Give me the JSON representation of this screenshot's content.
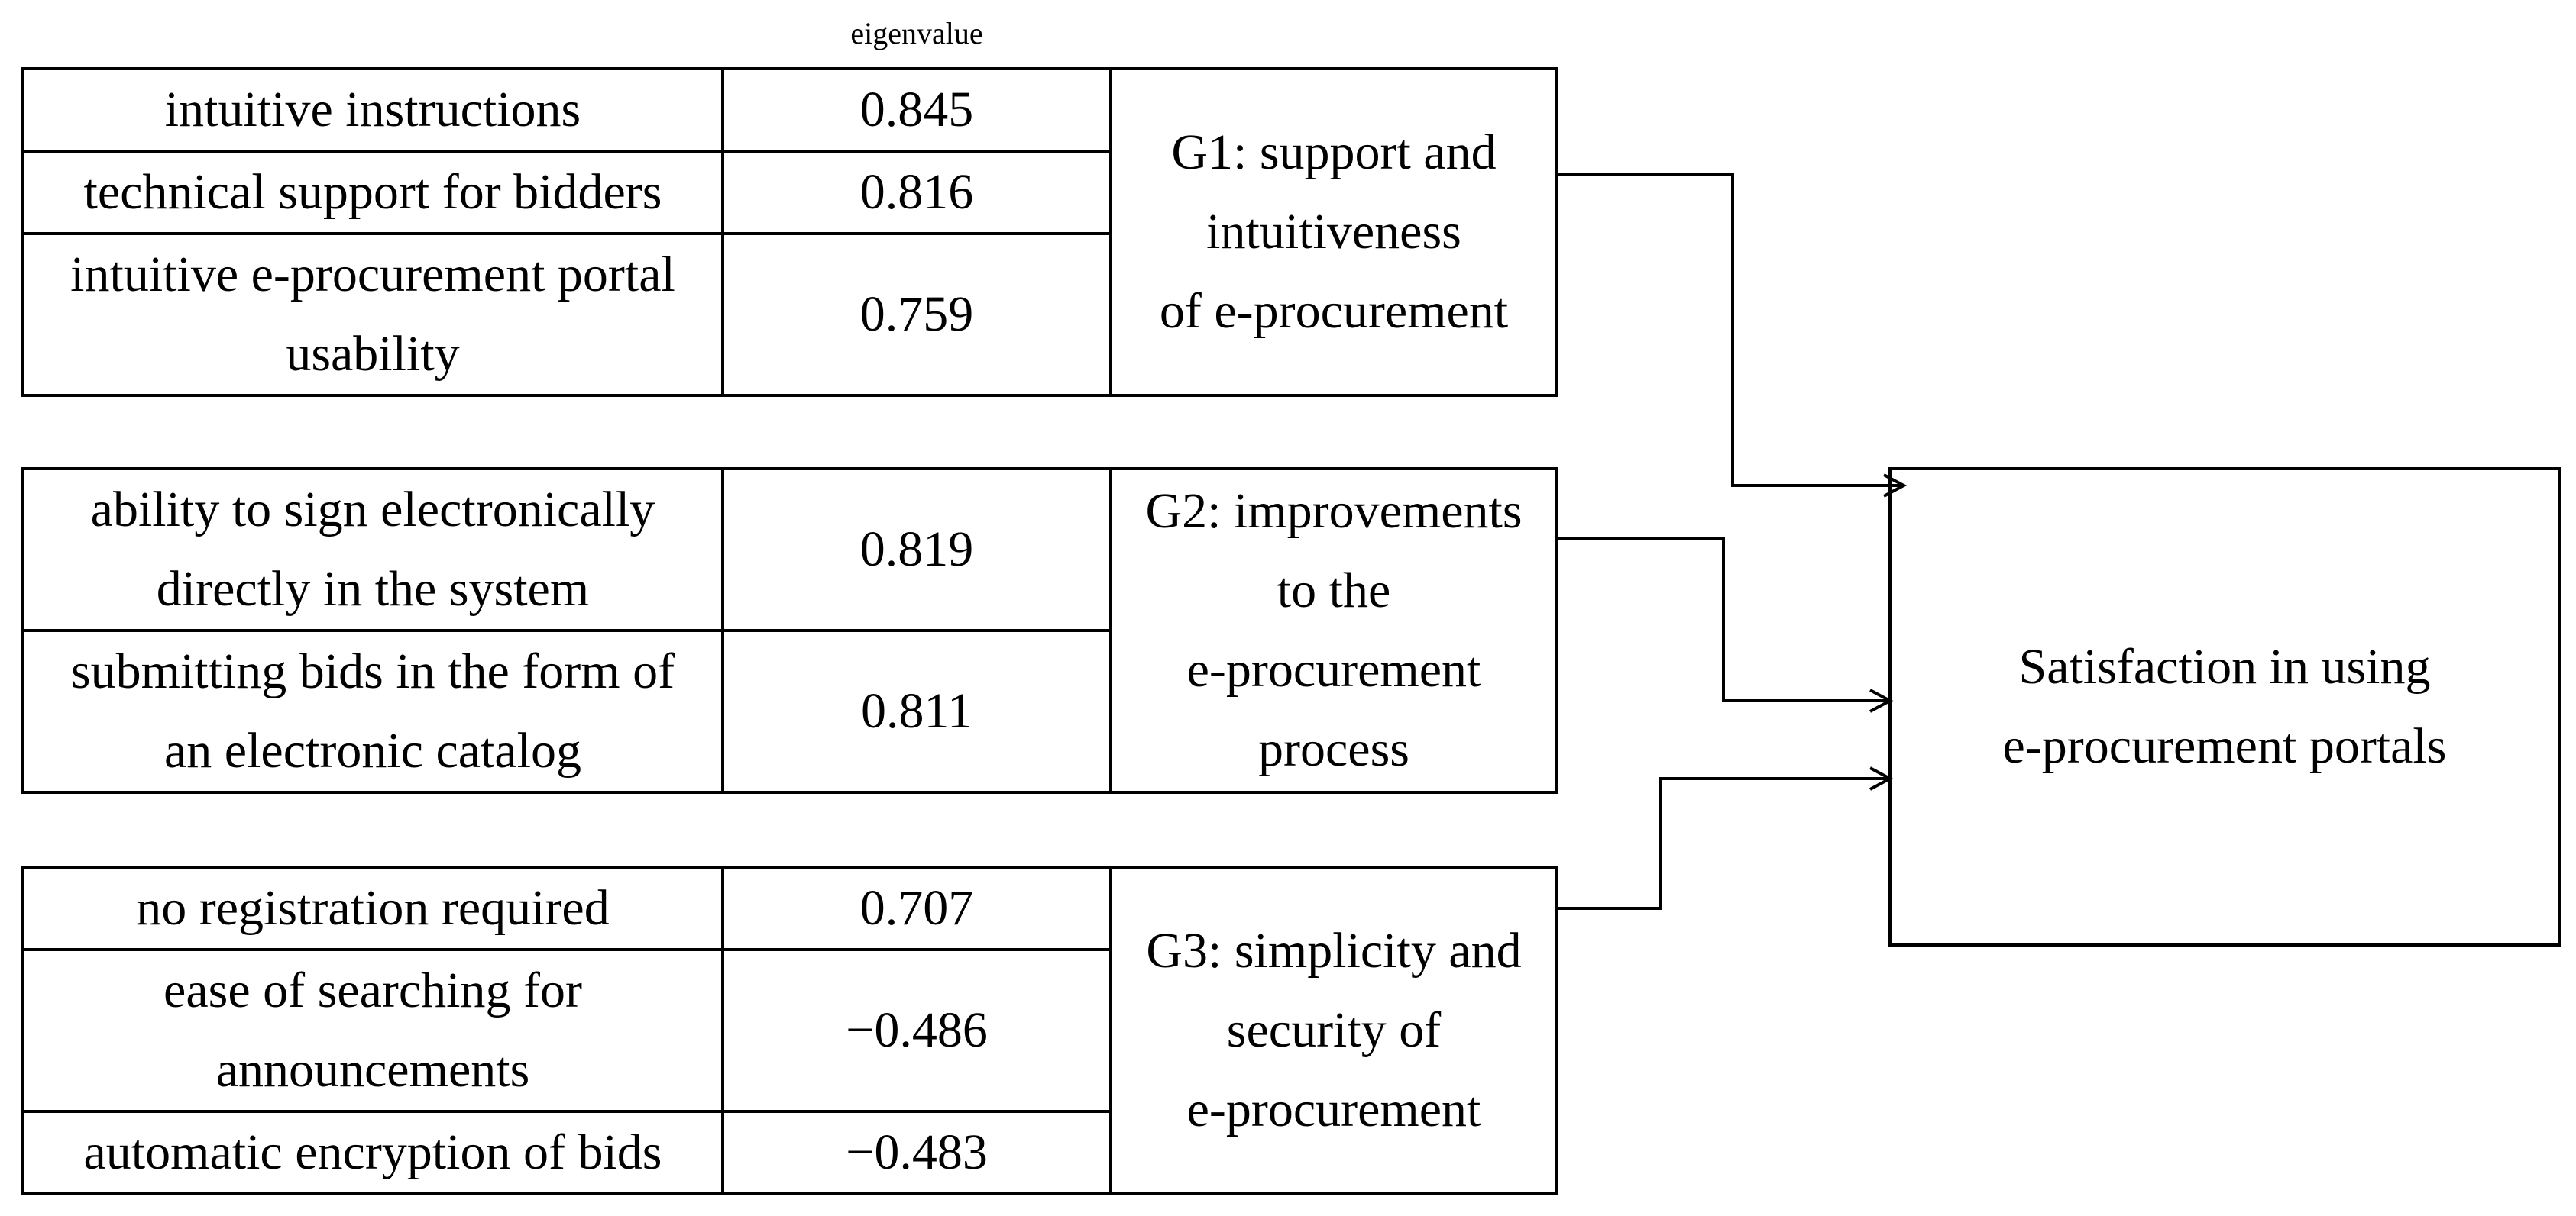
{
  "header": {
    "eigenvalue_label": "eigenvalue"
  },
  "groups": [
    {
      "label_lines": [
        "G1: support and",
        "intuitiveness",
        "of e-procurement"
      ],
      "items": [
        {
          "lines": [
            "intuitive instructions"
          ],
          "eigenvalue": "0.845"
        },
        {
          "lines": [
            "technical support for bidders"
          ],
          "eigenvalue": "0.816"
        },
        {
          "lines": [
            "intuitive e-procurement portal",
            "usability"
          ],
          "eigenvalue": "0.759"
        }
      ]
    },
    {
      "label_lines": [
        "G2: improvements",
        "to the",
        "e-procurement",
        "process"
      ],
      "items": [
        {
          "lines": [
            "ability to sign electronically",
            "directly in the system"
          ],
          "eigenvalue": "0.819"
        },
        {
          "lines": [
            "submitting bids in the form of",
            "an electronic catalog"
          ],
          "eigenvalue": "0.811"
        }
      ]
    },
    {
      "label_lines": [
        "G3: simplicity and",
        "security of",
        "e-procurement"
      ],
      "items": [
        {
          "lines": [
            "no registration required"
          ],
          "eigenvalue": "0.707"
        },
        {
          "lines": [
            "ease of searching for",
            "announcements"
          ],
          "eigenvalue": "−0.486"
        },
        {
          "lines": [
            "automatic encryption of bids"
          ],
          "eigenvalue": "−0.483"
        }
      ]
    }
  ],
  "outcome": {
    "lines": [
      "Satisfaction in using",
      "e-procurement portals"
    ]
  }
}
